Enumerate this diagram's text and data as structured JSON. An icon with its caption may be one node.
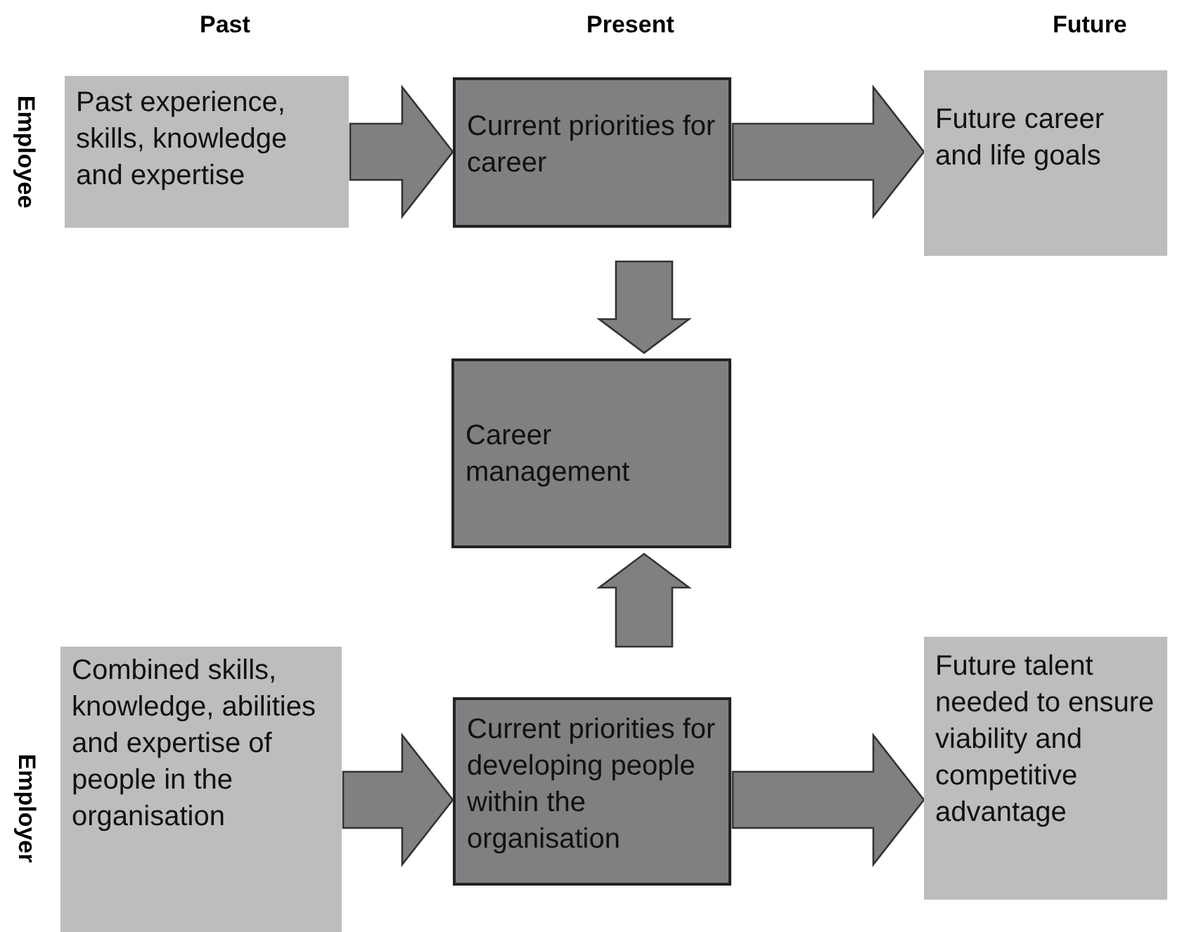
{
  "diagram": {
    "nodes": [
      {
        "text": [
          "Past experience, skills, knowledge and expertise"
        ]
      },
      {
        "text": [
          "Current priorities for career"
        ]
      },
      {
        "text": [
          "Future career and life goals"
        ]
      },
      {
        "text": [
          "Career management"
        ]
      },
      {
        "text": [
          "Combined skills, knowledge, abilities and expertise of people in the organisation"
        ]
      },
      {
        "text": [
          "Current priorities for developing people within the organisation"
        ]
      },
      {
        "text": [
          "Future talent needed to ensure viability and competitive advantage"
        ]
      }
    ],
    "edges": [
      {
        "from": 0,
        "to": 1,
        "arrow": "to"
      },
      {
        "from": 1,
        "to": 2,
        "arrow": "to"
      },
      {
        "from": 1,
        "to": 3,
        "arrow": "to"
      },
      {
        "from": 5,
        "to": 3,
        "arrow": "to"
      },
      {
        "from": 4,
        "to": 5,
        "arrow": "to"
      },
      {
        "from": 5,
        "to": 6,
        "arrow": "to"
      }
    ],
    "labels": [
      "Past",
      "Present",
      "Future",
      "Employee",
      "Employer"
    ]
  }
}
